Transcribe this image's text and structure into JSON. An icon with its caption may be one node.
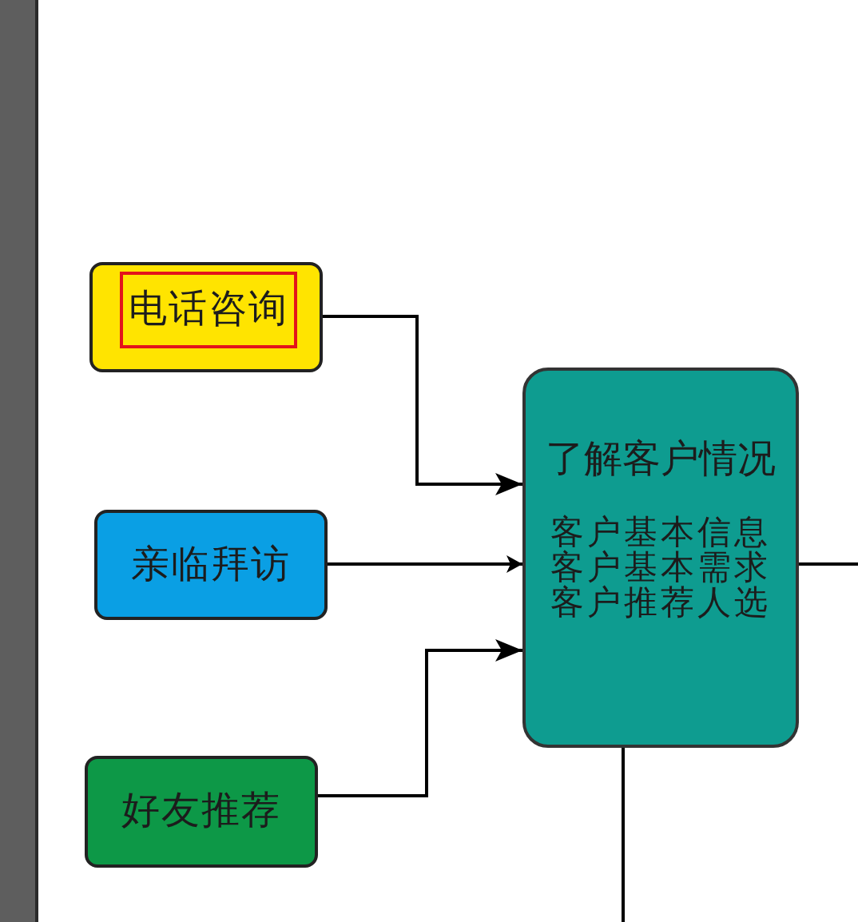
{
  "diagram": {
    "nodes": [
      {
        "text": [],
        "shape": "box"
      },
      {
        "text": [
          "电话咨询"
        ],
        "in": 0
      },
      {
        "text": [
          "亲临拜访"
        ]
      },
      {
        "text": [
          "好友推荐"
        ]
      },
      {
        "text": [
          "了解客户情况",
          "客户基本信息",
          "客户基本需求",
          "客户推荐人选"
        ]
      }
    ],
    "edges": [
      {
        "from": 0,
        "to": 4,
        "arrow": "to"
      },
      {
        "from": 2,
        "to": 4,
        "arrow": "to"
      },
      {
        "from": 3,
        "to": 4,
        "arrow": "to"
      },
      {
        "from": 4,
        "to": null,
        "arrow": "none"
      },
      {
        "from": 4,
        "to": null,
        "arrow": "none"
      }
    ]
  }
}
